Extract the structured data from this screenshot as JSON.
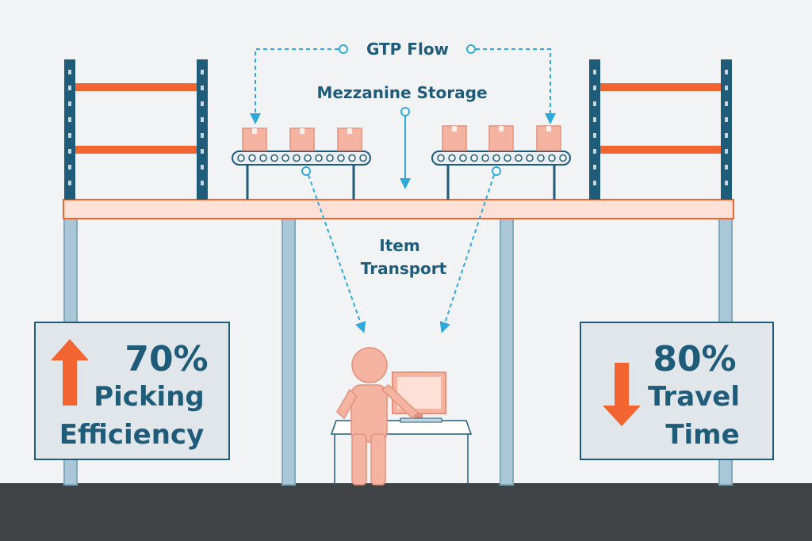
{
  "labels": {
    "gtp_flow": "GTP Flow",
    "mezzanine_storage": "Mezzanine Storage",
    "item_transport_line1": "Item",
    "item_transport_line2": "Transport"
  },
  "stats": {
    "left": {
      "value": "70%",
      "line1": "Picking",
      "line2": "Efficiency",
      "direction": "up"
    },
    "right": {
      "value": "80%",
      "line1": "Travel",
      "line2": "Time",
      "direction": "down"
    }
  },
  "colors": {
    "background": "#f1f3f5",
    "floor": "#3f4346",
    "rack_upright": "#1f5c7a",
    "rack_beam": "#f26430",
    "accent_salmon": "#f5b3a1",
    "flow_line": "#2fa9d9",
    "text": "#1f5c7a",
    "panel_fill": "#e1e6ea",
    "support_column": "#a9c7d6"
  },
  "icons": [
    "up-arrow-icon",
    "down-arrow-icon",
    "worker-icon",
    "monitor-icon",
    "box-icon",
    "conveyor-icon"
  ]
}
